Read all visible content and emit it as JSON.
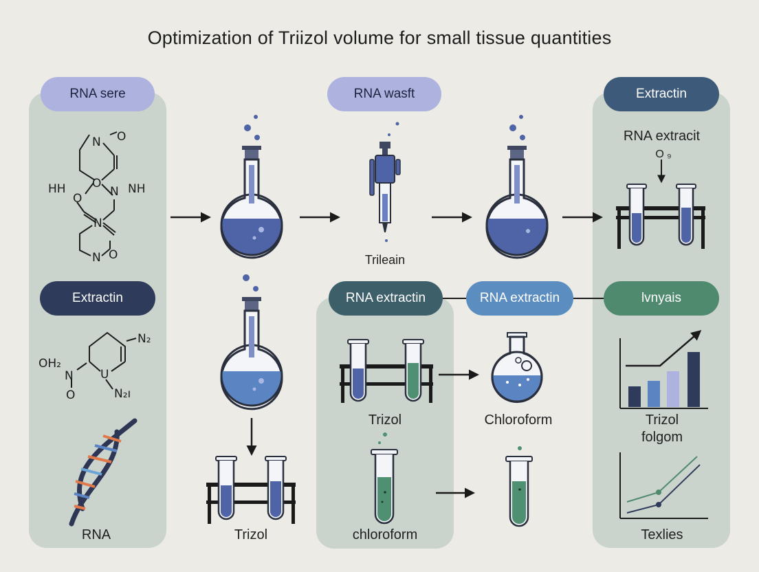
{
  "title": "Optimization of Triizol volume for small tissue quantities",
  "colors": {
    "background": "#ecebe6",
    "panel": "#cbd3cd",
    "lavender_pill": "#aeb2de",
    "navy_pill": "#2f3b5a",
    "slate_pill": "#3d5a7a",
    "teal_pill": "#3d5f6a",
    "blue_pill": "#5b8dc0",
    "green_pill": "#4f8a6e",
    "liquid_blue": "#4f64a6",
    "liquid_green": "#4f8f72"
  },
  "pills": {
    "rna_sere": "RNA sere",
    "rna_wasft": "RNA wasft",
    "extractin_top": "Extractin",
    "extractin_left": "Extractin",
    "rna_extractin_1": "RNA extractin",
    "rna_extractin_2": "RNA extractin",
    "lvnyais": "lvnyais"
  },
  "labels": {
    "rna_extract": "RNA extracit",
    "o_label": "O ₉",
    "trileain": "Trileain",
    "trizol_center": "Trizol",
    "chloroform_right": "Chloroform",
    "chloroform_lower": "chloroform",
    "trizol_bottom": "Trizol",
    "rna": "RNA",
    "trizol_folgom_1": "Trizol",
    "trizol_folgom_2": "folgom",
    "texlies": "Texlies"
  },
  "chem": {
    "top": {
      "n1": "N",
      "o1": "O",
      "h": "HH",
      "o2": "O",
      "o3": "O",
      "n2": "N",
      "nh": "NH",
      "n3": "N",
      "n4": "N",
      "o4": "O"
    },
    "bottom": {
      "n2": "N₂",
      "oh2": "OH₂",
      "n": "N",
      "u": "U",
      "o": "O",
      "n21": "N₂ı"
    }
  },
  "icons": [
    "flask-icon",
    "pipette-icon",
    "test-tube-rack-icon",
    "test-tube-icon",
    "dna-helix-icon",
    "bar-chart-icon",
    "line-chart-icon"
  ]
}
